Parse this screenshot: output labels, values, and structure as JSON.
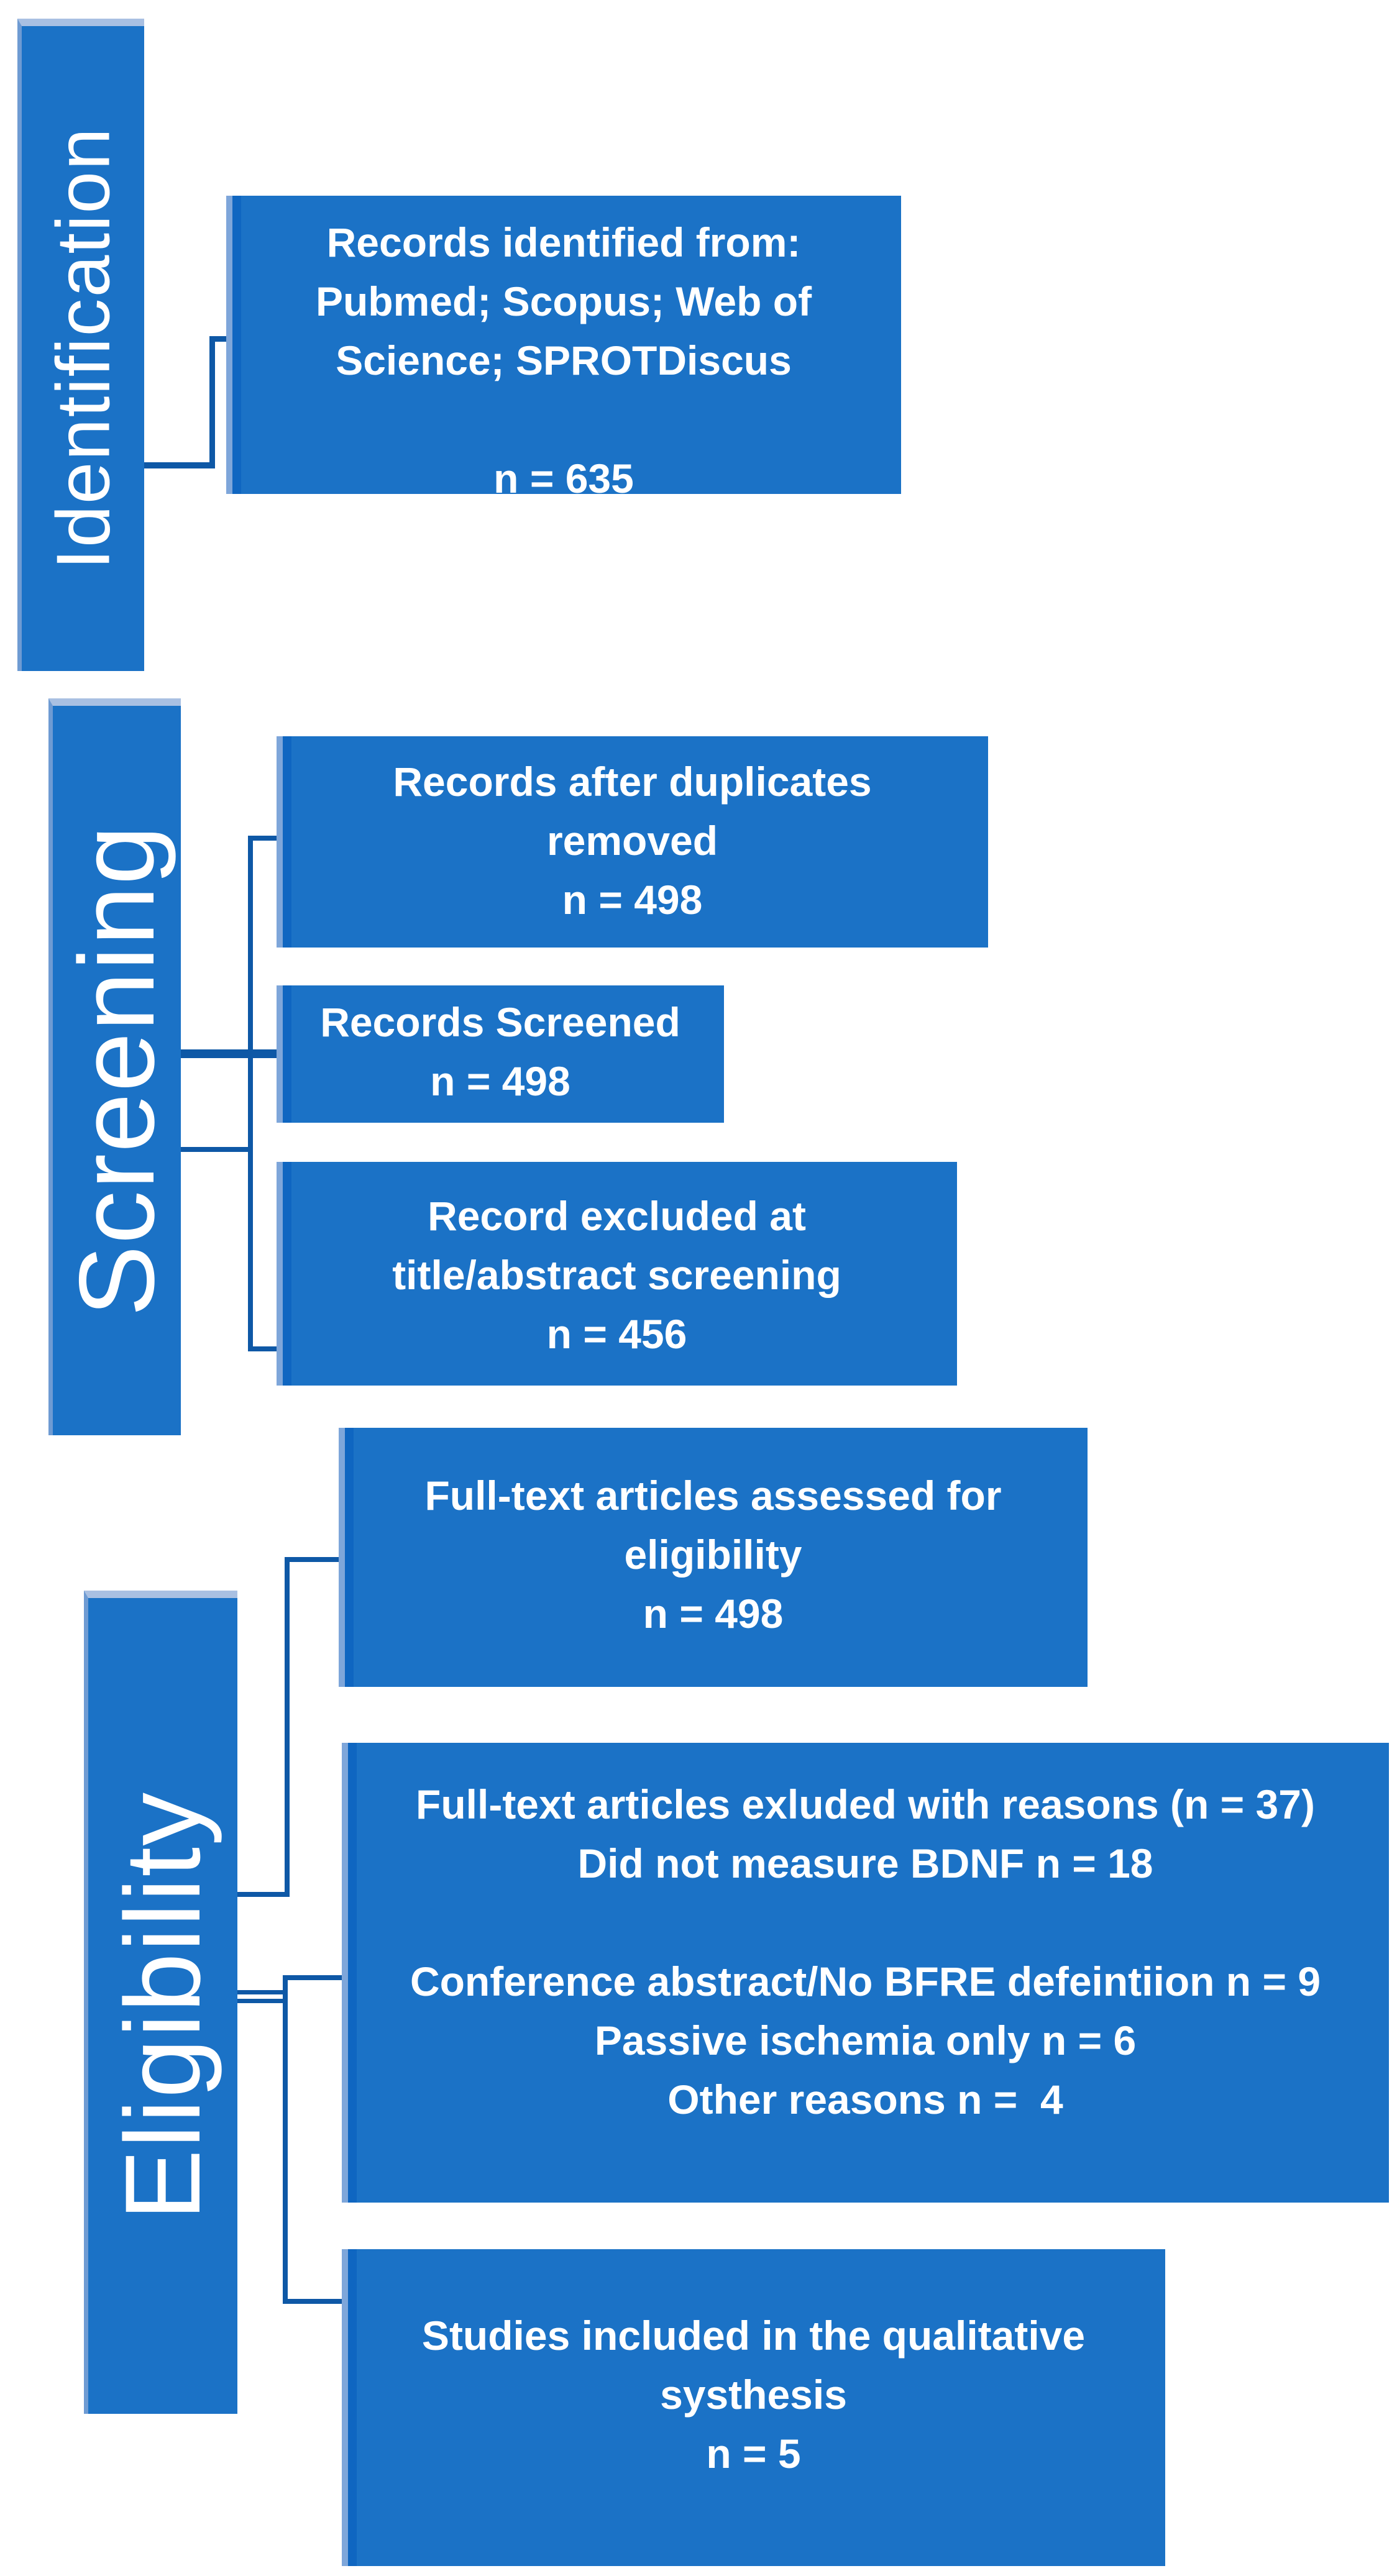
{
  "palette": {
    "background": "#FFFFFF",
    "box_fill": "#1B72C6",
    "box_edge_light": "#7EA6DA",
    "box_edge_dark": "#0F66C1",
    "bar_top_edge": "#A9C0E2",
    "connector": "#0E58A6",
    "text": "#FFFFFF"
  },
  "stages": [
    {
      "label": "Identification"
    },
    {
      "label": "Screening"
    },
    {
      "label": "Eligibility"
    }
  ],
  "boxes": [
    {
      "name": "records-identified",
      "lines": [
        "Records identified from:",
        "Pubmed; Scopus; Web of",
        "Science; SPROTDiscus",
        "",
        "n = 635"
      ]
    },
    {
      "name": "records-after-duplicates-removed",
      "lines": [
        "Records after duplicates",
        "removed",
        "n = 498"
      ]
    },
    {
      "name": "records-screened",
      "lines": [
        "Records Screened",
        "n = 498"
      ]
    },
    {
      "name": "records-excluded-title-abstract",
      "lines": [
        "Record excluded at",
        "title/abstract screening",
        "n = 456"
      ]
    },
    {
      "name": "fulltext-assessed",
      "lines": [
        "Full-text articles assessed for",
        "eligibility",
        "n = 498"
      ]
    },
    {
      "name": "fulltext-excluded-reasons",
      "lines": [
        "Full-text articles exluded with reasons (n = 37)",
        "Did not measure BDNF n = 18",
        "",
        "Conference abstract/No BFRE defeintiion n = 9",
        "Passive ischemia only n = 6",
        "Other reasons n =  4"
      ]
    },
    {
      "name": "studies-included",
      "lines": [
        "Studies included in the qualitative",
        "systhesis",
        "n = 5"
      ]
    }
  ]
}
